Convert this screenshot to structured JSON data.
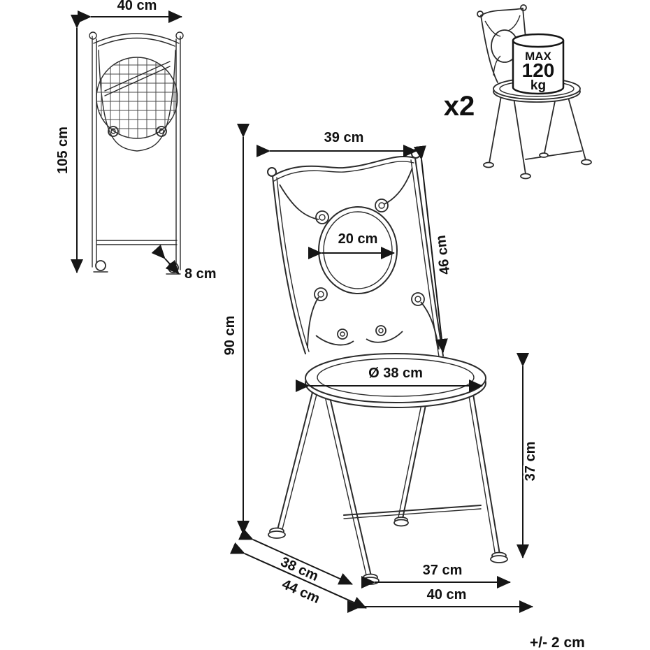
{
  "quantity_label": "x2",
  "tolerance_label": "+/- 2 cm",
  "badge": {
    "line1": "MAX",
    "line2": "120",
    "line3": "kg"
  },
  "folded": {
    "width": "40 cm",
    "height": "105 cm",
    "foot": "8 cm"
  },
  "chair": {
    "top_width": "39 cm",
    "backrest_height": "46 cm",
    "circle_diameter": "20 cm",
    "total_height": "90 cm",
    "seat_diameter": "Ø 38 cm",
    "seat_height": "37 cm",
    "depth_seat": "38 cm",
    "depth_total": "44 cm",
    "base_inner_width": "37 cm",
    "base_outer_width": "40 cm"
  }
}
